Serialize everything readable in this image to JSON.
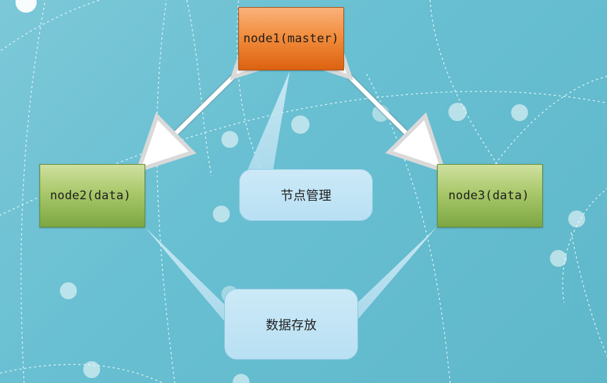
{
  "nodes": {
    "master": "node1(master)",
    "data_left": "node2(data)",
    "data_right": "node3(data)"
  },
  "callouts": {
    "node_management": "节点管理",
    "data_storage": "数据存放"
  }
}
